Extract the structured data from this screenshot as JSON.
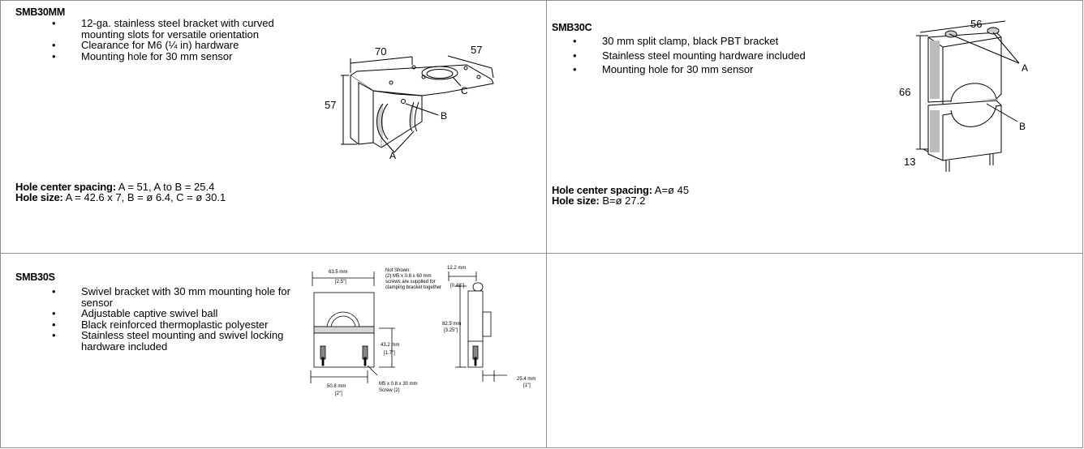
{
  "panels": {
    "smb30mm": {
      "title": "SMB30MM",
      "bullets": [
        "12-ga. stainless steel bracket with curved mounting slots for versatile orientation",
        "Clearance for M6 (¼ in) hardware",
        "Mounting hole for 30 mm sensor"
      ],
      "spacing_label": "Hole center spacing:",
      "spacing_value": "A = 51, A to B = 25.4",
      "size_label": "Hole size:",
      "size_value": "A = 42.6 x 7, B = ø 6.4, C = ø 30.1",
      "drawing": {
        "dim_width": "70",
        "dim_depth": "57",
        "dim_height": "57",
        "label_a": "A",
        "label_b": "B",
        "label_c": "C"
      }
    },
    "smb30c": {
      "title": "SMB30C",
      "bullets": [
        "30 mm split clamp, black PBT bracket",
        "Stainless steel mounting hardware included",
        "Mounting hole for 30 mm sensor"
      ],
      "spacing_label": "Hole center spacing:",
      "spacing_value": "A=ø 45",
      "size_label": "Hole size:",
      "size_value": "B=ø 27.2",
      "drawing": {
        "dim_width": "56",
        "dim_height": "66",
        "dim_base": "13",
        "label_a": "A",
        "label_b": "B"
      }
    },
    "smb30s": {
      "title": "SMB30S",
      "bullets": [
        "Swivel bracket with 30 mm mounting hole for sensor",
        "Adjustable captive swivel ball",
        "Black reinforced thermoplastic polyester",
        "Stainless steel mounting and swivel locking hardware included"
      ],
      "drawing": {
        "dim_top_mm": "63.5 mm",
        "dim_top_in": "[2.5\"]",
        "note_lines": [
          "Not Shown:",
          "(2) M5 x 0.8 x 60 mm",
          "screws are supplied for",
          "clamping bracket together"
        ],
        "dim_center_mm": "43.2 mm",
        "dim_center_in": "[1.7\"]",
        "dim_base_mm": "50.8 mm",
        "dim_base_in": "[2\"]",
        "screw_lines": [
          "M5 x 0.8 x 30 mm",
          "Screw (2)"
        ],
        "side_top_mm": "12.2 mm",
        "side_top_in": "[0.48\"]",
        "side_height_mm": "82.5 mm",
        "side_height_in": "[3.25\"]",
        "side_base_mm": "25.4 mm",
        "side_base_in": "[1\"]"
      }
    }
  },
  "colors": {
    "border": "#8c8c8c",
    "line": "#000000",
    "shade": "#bcbcbc"
  }
}
